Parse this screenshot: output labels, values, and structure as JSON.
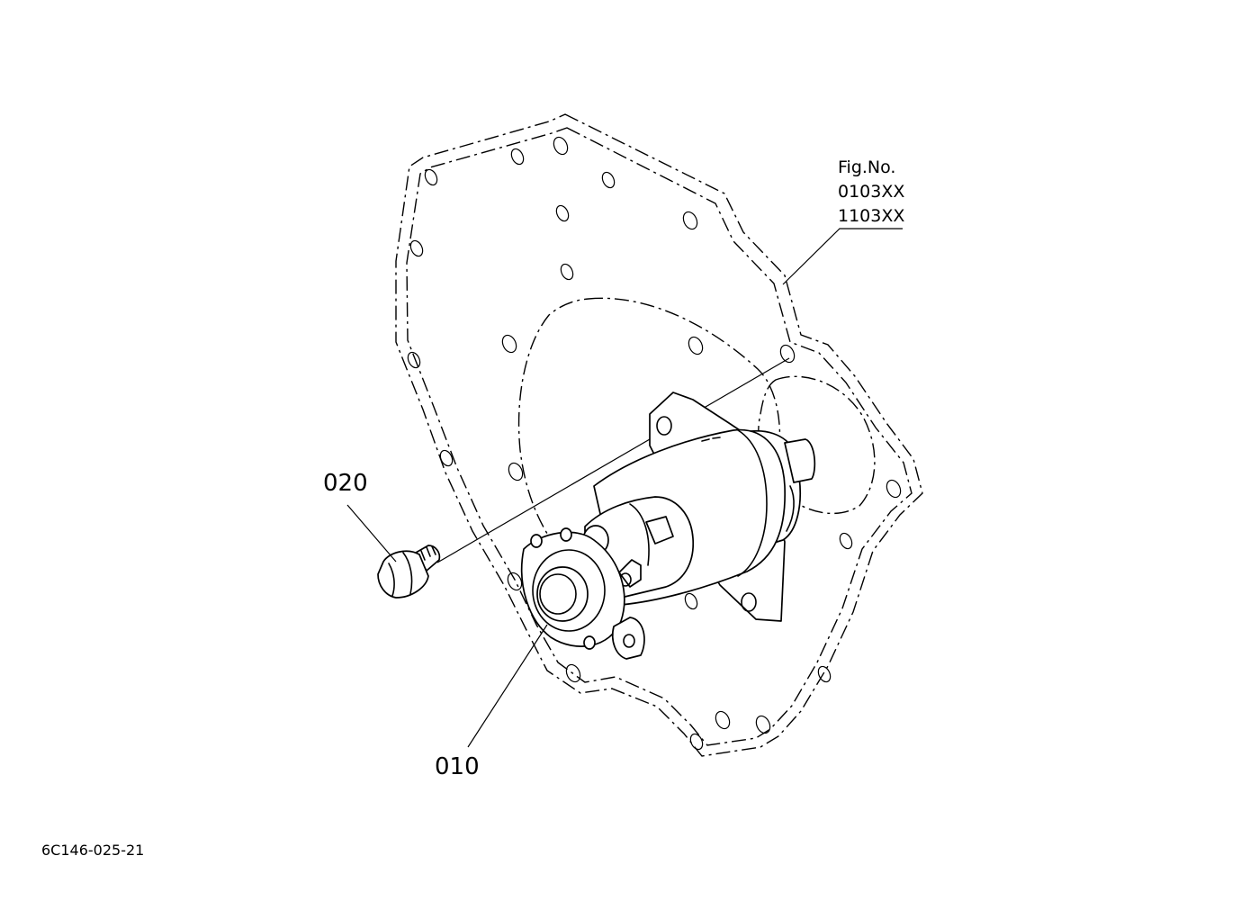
{
  "figure": {
    "label_lines": [
      "Fig.No.",
      "0103XX",
      "1103XX"
    ]
  },
  "callouts": {
    "bolt": "020",
    "starter": "010"
  },
  "drawing_code": "6C146-025-21",
  "colors": {
    "line": "#000000",
    "background": "#ffffff"
  }
}
